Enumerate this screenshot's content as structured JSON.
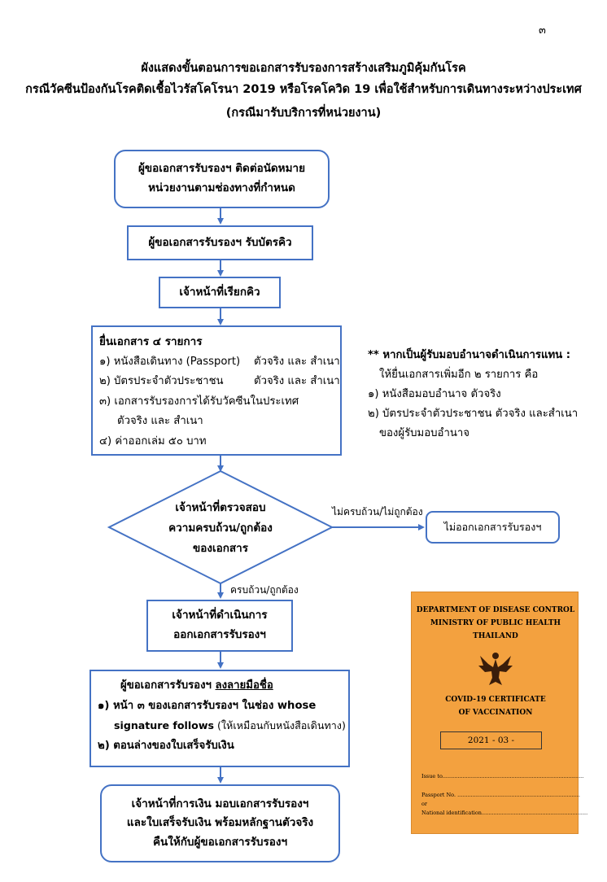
{
  "page_number": "๓",
  "title": {
    "line1": "ผังแสดงขั้นตอนการขอเอกสารรับรองการสร้างเสริมภูมิคุ้มกันโรค",
    "line2": "กรณีวัคซีนป้องกันโรคติดเชื้อไวรัสโคโรนา 2019 หรือโรคโควิด 19 เพื่อใช้สำหรับการเดินทางระหว่างประเทศ",
    "line3": "(กรณีมารับบริการที่หน่วยงาน)"
  },
  "flow": {
    "step1": {
      "line1": "ผู้ขอเอกสารรับรองฯ ติดต่อนัดหมาย",
      "line2": "หน่วยงานตามช่องทางที่กำหนด"
    },
    "step2": "ผู้ขอเอกสารรับรองฯ รับบัตรคิว",
    "step3": "เจ้าหน้าที่เรียกคิว",
    "step4": {
      "heading": "ยื่นเอกสาร ๔ รายการ",
      "items": [
        {
          "text": "๑) หนังสือเดินทาง (Passport)",
          "note": "ตัวจริง และ สำเนา"
        },
        {
          "text": "๒) บัตรประจำตัวประชาชน",
          "note": "ตัวจริง และ สำเนา"
        },
        {
          "text": "๓) เอกสารรับรองการได้รับวัคซีนในประเทศ",
          "note": ""
        },
        {
          "text": "ตัวจริง และ สำเนา",
          "note": ""
        },
        {
          "text": "๔) ค่าออกเล่ม ๕๐ บาท",
          "note": ""
        }
      ]
    },
    "decision": {
      "line1": "เจ้าหน้าที่ตรวจสอบ",
      "line2": "ความครบถ้วน/ถูกต้อง",
      "line3": "ของเอกสาร"
    },
    "no_label": "ไม่ครบถ้วน/ไม่ถูกต้อง",
    "no_box": "ไม่ออกเอกสารรับรองฯ",
    "yes_label": "ครบถ้วน/ถูกต้อง",
    "step5": {
      "line1": "เจ้าหน้าที่ดำเนินการ",
      "line2": "ออกเอกสารรับรองฯ"
    },
    "step6": {
      "line1_a": "ผู้ขอเอกสารรับรองฯ ",
      "line1_b": "ลงลายมือชื่อ",
      "line2": "๑) หน้า ๓ ของเอกสารรับรองฯ ในช่อง whose",
      "line3_a": "signature follows",
      "line3_b": " (ให้เหมือนกับหนังสือเดินทาง)",
      "line4": "๒) ตอนล่างของใบเสร็จรับเงิน"
    },
    "step7": {
      "line1": "เจ้าหน้าที่การเงิน มอบเอกสารรับรองฯ",
      "line2": "และใบเสร็จรับเงิน พร้อมหลักฐานตัวจริง",
      "line3": "คืนให้กับผู้ขอเอกสารรับรองฯ"
    }
  },
  "side_note": {
    "heading": "** หากเป็นผู้รับมอบอำนาจดำเนินการแทน :",
    "line1": "ให้ยื่นเอกสารเพิ่มอีก ๒ รายการ คือ",
    "line2": "๑) หนังสือมอบอำนาจ ตัวจริง",
    "line3": "๒) บัตรประจำตัวประชาชน ตัวจริง และสำเนา",
    "line4": "ของผู้รับมอบอำนาจ"
  },
  "certificate": {
    "line1": "DEPARTMENT OF DISEASE CONTROL",
    "line2": "MINISTRY OF PUBLIC HEALTH",
    "line3": "THAILAND",
    "title1": "COVID-19 CERTIFICATE",
    "title2": "OF VACCINATION",
    "date": "2021 - 03 -",
    "issue_to": "Issue to....................................................................................",
    "passport": "Passport No. .........................................................................",
    "or": "or",
    "national_id": "National identification...............................................................",
    "emblem": "garuda-emblem-icon",
    "color": "#f3a13f"
  },
  "colors": {
    "flow_line": "#4472c4"
  }
}
